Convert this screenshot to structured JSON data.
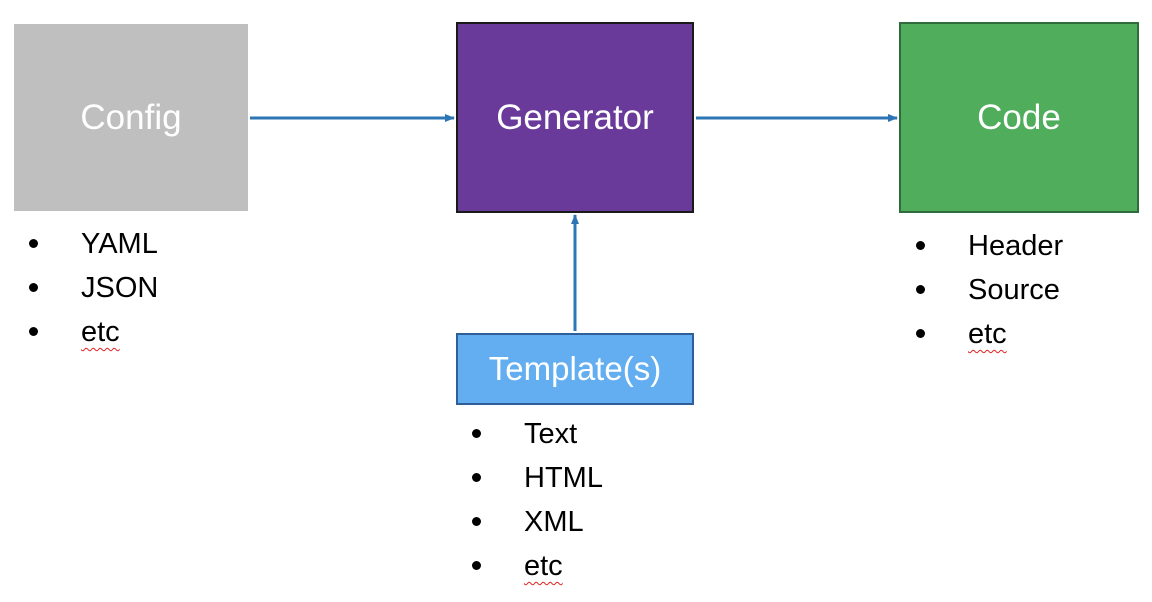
{
  "colors": {
    "config": "#bfbfbf",
    "generator": "#6a3a9b",
    "code": "#4fad5b",
    "template": "#62aef0",
    "arrow": "#2e75b6"
  },
  "nodes": {
    "config": {
      "label": "Config",
      "items": [
        "YAML",
        "JSON",
        "etc"
      ]
    },
    "generator": {
      "label": "Generator"
    },
    "code": {
      "label": "Code",
      "items": [
        "Header",
        "Source",
        "etc"
      ]
    },
    "template": {
      "label": "Template(s)",
      "items": [
        "Text",
        "HTML",
        "XML",
        "etc"
      ]
    }
  },
  "edges": [
    {
      "from": "config",
      "to": "generator"
    },
    {
      "from": "generator",
      "to": "code"
    },
    {
      "from": "template",
      "to": "generator"
    }
  ]
}
